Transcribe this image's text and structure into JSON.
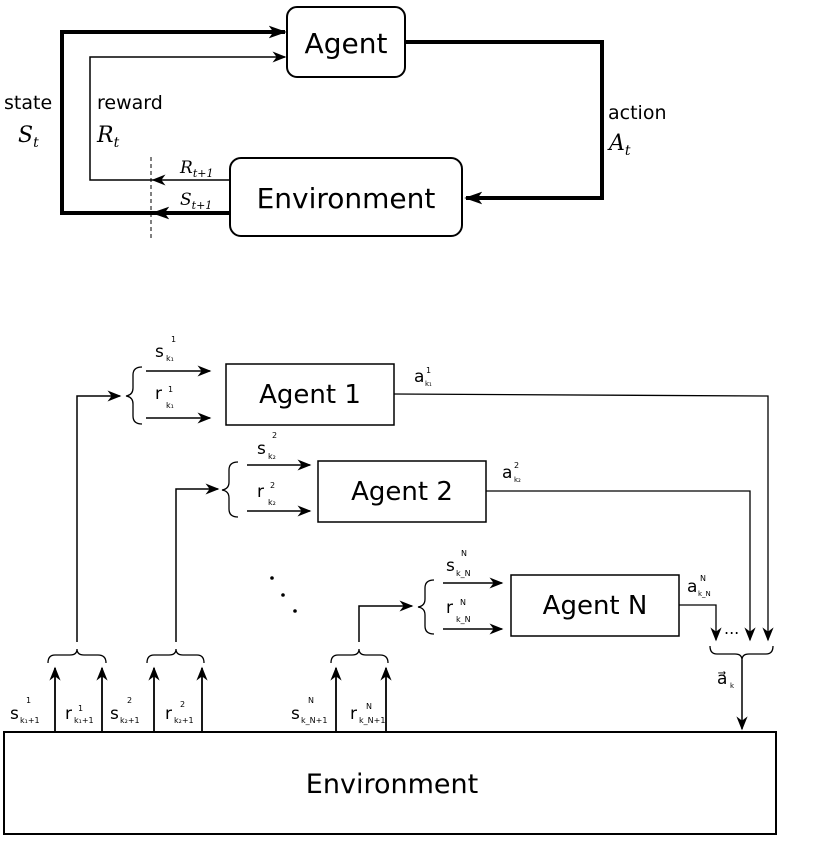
{
  "top": {
    "agent_label": "Agent",
    "environment_label": "Environment",
    "state_word": "state",
    "state_sym": "S",
    "state_sub": "t",
    "reward_word": "reward",
    "reward_sym": "R",
    "reward_sub": "t",
    "action_word": "action",
    "action_sym": "A",
    "action_sub": "t",
    "next_reward_sym": "R",
    "next_reward_sub": "t+1",
    "next_state_sym": "S",
    "next_state_sub": "t+1"
  },
  "bottom": {
    "agent1_label": "Agent 1",
    "agent2_label": "Agent 2",
    "agentN_label": "Agent N",
    "environment_label": "Environment",
    "ellipsis_diag": ". . .",
    "ellipsis_actions": "...",
    "a1": {
      "base": "a",
      "sup": "1",
      "sub": "k₁"
    },
    "a2": {
      "base": "a",
      "sup": "2",
      "sub": "k₂"
    },
    "aN": {
      "base": "a",
      "sup": "N",
      "sub": "k_N"
    },
    "joint_action": {
      "base": "a⃗",
      "sub": "k"
    },
    "s1_in": {
      "base": "s",
      "sup": "1",
      "sub": "k₁"
    },
    "r1_in": {
      "base": "r",
      "sup": "1",
      "sub": "k₁"
    },
    "s2_in": {
      "base": "s",
      "sup": "2",
      "sub": "k₂"
    },
    "r2_in": {
      "base": "r",
      "sup": "2",
      "sub": "k₂"
    },
    "sN_in": {
      "base": "s",
      "sup": "N",
      "sub": "k_N"
    },
    "rN_in": {
      "base": "r",
      "sup": "N",
      "sub": "k_N"
    },
    "s1_out": {
      "base": "s",
      "sup": "1",
      "sub": "k₁+1"
    },
    "r1_out": {
      "base": "r",
      "sup": "1",
      "sub": "k₁+1"
    },
    "s2_out": {
      "base": "s",
      "sup": "2",
      "sub": "k₂+1"
    },
    "r2_out": {
      "base": "r",
      "sup": "2",
      "sub": "k₂+1"
    },
    "sN_out": {
      "base": "s",
      "sup": "N",
      "sub": "k_N+1"
    },
    "rN_out": {
      "base": "r",
      "sup": "N",
      "sub": "k_N+1"
    }
  }
}
